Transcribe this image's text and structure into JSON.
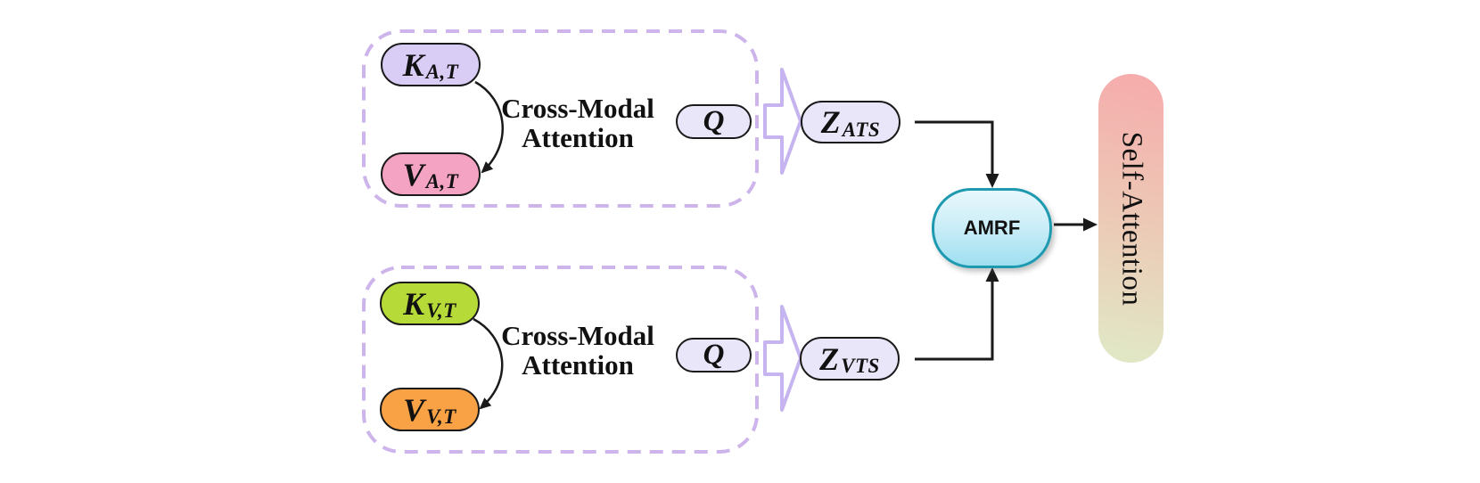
{
  "figure": {
    "branches": [
      {
        "id": "audio-text",
        "k_main": "K",
        "k_sub": "A,T",
        "v_main": "V",
        "v_sub": "A,T",
        "attention_label_line1": "Cross-Modal",
        "attention_label_line2": "Attention",
        "q_label": "Q",
        "z_main": "Z",
        "z_sub": "ATS"
      },
      {
        "id": "visual-text",
        "k_main": "K",
        "k_sub": "V,T",
        "v_main": "V",
        "v_sub": "V,T",
        "attention_label_line1": "Cross-Modal",
        "attention_label_line2": "Attention",
        "q_label": "Q",
        "z_main": "Z",
        "z_sub": "VTS"
      }
    ],
    "fusion_node_label": "AMRF",
    "self_attention_label": "Self-Attention",
    "colors": {
      "k_audio_fill": "#D9CCF5",
      "v_audio_fill": "#F5A3C2",
      "k_visual_fill": "#B6DA37",
      "v_visual_fill": "#F9A145",
      "qz_fill": "#EAE6F9",
      "node_border": "#1A1A1A",
      "dashed_box_border": "#CDB4EB",
      "block_arrow_stroke": "#C5B4EF",
      "amrf_border": "#1E9AB0",
      "amrf_fill_top": "#E8F8FC",
      "amrf_fill_bottom": "#9FDFF0",
      "self_attn_top": "#F6ACAC",
      "self_attn_mid": "#ECCAB6",
      "self_attn_bottom": "#E1E7C5",
      "connector": "#1A1A1A"
    }
  }
}
